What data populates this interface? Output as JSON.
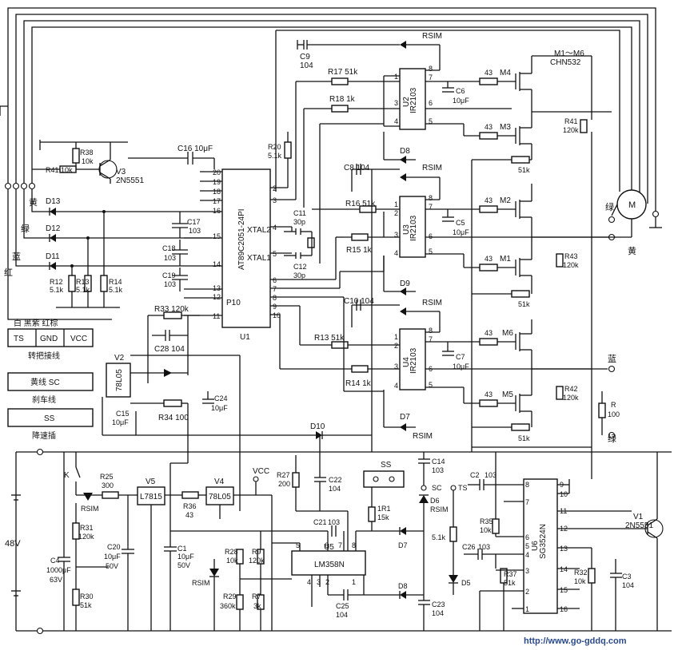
{
  "chips": {
    "u1": {
      "part": "AT89C2051-24PI",
      "ref": "U1",
      "xtal2": "XTAL2",
      "xtal1": "XTAL1",
      "p10": "P10",
      "pins": {
        "p20": "20",
        "p19": "19",
        "p18": "18",
        "p17": "17",
        "p16": "16",
        "p15": "15",
        "p14": "14",
        "p13": "13",
        "p12": "12",
        "p11": "11",
        "p2": "2",
        "p3": "3",
        "p4": "4",
        "p5": "5",
        "p6": "6",
        "p7": "7",
        "p8": "8",
        "p9": "9",
        "p10n": "10"
      }
    },
    "u2": {
      "part": "IR2103",
      "ref": "U2"
    },
    "u3": {
      "part": "IR2103",
      "ref": "U3"
    },
    "u4": {
      "part": "IR2103",
      "ref": "U4"
    },
    "u5": {
      "part": "LM358N",
      "ref": "U5"
    },
    "u6": {
      "part": "SG3524N",
      "ref": "U6"
    },
    "v5": {
      "part": "L7815",
      "ref": "V5"
    },
    "v4": {
      "part": "78L05",
      "ref": "V4"
    },
    "v2": {
      "part": "78L05",
      "ref": "V2"
    }
  },
  "ir_pins": {
    "p1": "1",
    "p2": "2",
    "p3": "3",
    "p4": "4",
    "p5": "5",
    "p6": "6",
    "p7": "7",
    "p8": "8"
  },
  "u5_pins": {
    "p5": "5",
    "p6": "6",
    "p7": "7",
    "p8": "8",
    "p4": "4",
    "p3": "3",
    "p2": "2",
    "p1": "1"
  },
  "u6_pins": {
    "p1": "1",
    "p2": "2",
    "p3": "3",
    "p4": "4",
    "p5": "5",
    "p6": "6",
    "p7": "7",
    "p8": "8",
    "p9": "9",
    "p10": "10",
    "p11": "11",
    "p12": "12",
    "p13": "13",
    "p14": "14",
    "p15": "15",
    "p16": "16"
  },
  "mosfets": {
    "title": "M1～M6",
    "part": "CHN532",
    "m1": "M1",
    "m2": "M2",
    "m3": "M3",
    "m4": "M4",
    "m5": "M5",
    "m6": "M6"
  },
  "motor": {
    "label": "M"
  },
  "transistors": {
    "v3_ref": "V3",
    "v3_part": "2N5551",
    "v1_ref": "V1",
    "v1_part": "2N5551"
  },
  "resistors": {
    "r17": "R17  51k",
    "r18": "R18  1k",
    "r16": "R16  51k",
    "r15": "R15  1k",
    "r13": "R13  51k",
    "r14": "R14  1k",
    "r20": "R20",
    "r20v": "5.1k",
    "r38": "R38",
    "r38v": "10k",
    "r41a": "R41  10k",
    "r12": "R12",
    "r12v": "5.1k",
    "r13b": "R13",
    "r13bv": "5.1k",
    "r14b": "R14",
    "r14bv": "5.1k",
    "r33": "R33  120k",
    "r34": "R34  100",
    "r41": "R41",
    "r41v": "120k",
    "r43": "R43",
    "r43v": "120k",
    "r42": "R42",
    "r42v": "120k",
    "r": "R",
    "rv": "100",
    "r25": "R25",
    "r25v": "300",
    "r31": "R31",
    "r31v": "120k",
    "r30": "R30",
    "r30v": "51k",
    "r36": "R36",
    "r36v": "43",
    "r27": "R27",
    "r27v": "200",
    "r1": "1R1",
    "r1v": "15k",
    "r28": "R28",
    "r28v": "10k",
    "r9": "R9",
    "r9v": "120k",
    "r29": "R29",
    "r29v": "360k",
    "r7": "R7",
    "r7v": "3k",
    "r35": "R35",
    "r35v": "10k",
    "r37": "R37",
    "r37v": "51k",
    "r32": "R32",
    "r32v": "10k",
    "r5k": "5.1k",
    "g43": "43",
    "g51k": "51k"
  },
  "capacitors": {
    "c9": "C9",
    "c9v": "104",
    "c6": "C6",
    "c6v": "10μF",
    "c8": "C8  104",
    "c5": "C5",
    "c5v": "10μF",
    "c10": "C10  104",
    "c7": "C7",
    "c7v": "10μF",
    "c16": "C16  10μF",
    "c17": "C17",
    "c17v": "103",
    "c18": "C18",
    "c18v": "103",
    "c19": "C19",
    "c19v": "103",
    "c11": "C11",
    "c11v": "30p",
    "c12": "C12",
    "c12v": "30p",
    "c28": "C28  104",
    "c24": "C24",
    "c24v": "10μF",
    "c15": "C15",
    "c15v": "10μF",
    "c4": "C4",
    "c4v": "1000μF",
    "c4vv": "63V",
    "c20": "C20",
    "c20v": "10μF",
    "c20vv": "50V",
    "c1": "C1",
    "c1v": "10μF",
    "c1vv": "50V",
    "c22": "C22",
    "c22v": "104",
    "c14": "C14",
    "c14v": "103",
    "c21": "C21",
    "c21v": "103",
    "c25": "C25",
    "c25v": "104",
    "c23": "C23",
    "c23v": "104",
    "c2": "C2",
    "c2v": "103",
    "c26": "C26",
    "c26v": "103",
    "c3": "C3",
    "c3v": "104"
  },
  "diodes": {
    "d13": "D13",
    "d12": "D12",
    "d11": "D11",
    "d8": "D8",
    "d9": "D9",
    "d7": "D7",
    "d10": "D10",
    "d6": "D6",
    "d7b": "D7",
    "d8b": "D8",
    "d5": "D5",
    "rsim": "RSIM"
  },
  "wires": {
    "yellow": "黄",
    "green": "绿",
    "blue": "蓝",
    "red": "红"
  },
  "connectors": {
    "handle_top": "白     黑紫     红棕",
    "ts": "TS",
    "gnd": "GND",
    "vcc": "VCC",
    "handle_label": "转把接线",
    "brake_box": "黄线  SC",
    "brake_label": "刹车线",
    "ss_box": "SS",
    "ss_label": "降速插"
  },
  "misc": {
    "k": "K",
    "battery": "48V",
    "vcc": "VCC",
    "ss": "SS",
    "sc": "SC",
    "ts": "TS",
    "url": "http://www.go-gddq.com"
  }
}
